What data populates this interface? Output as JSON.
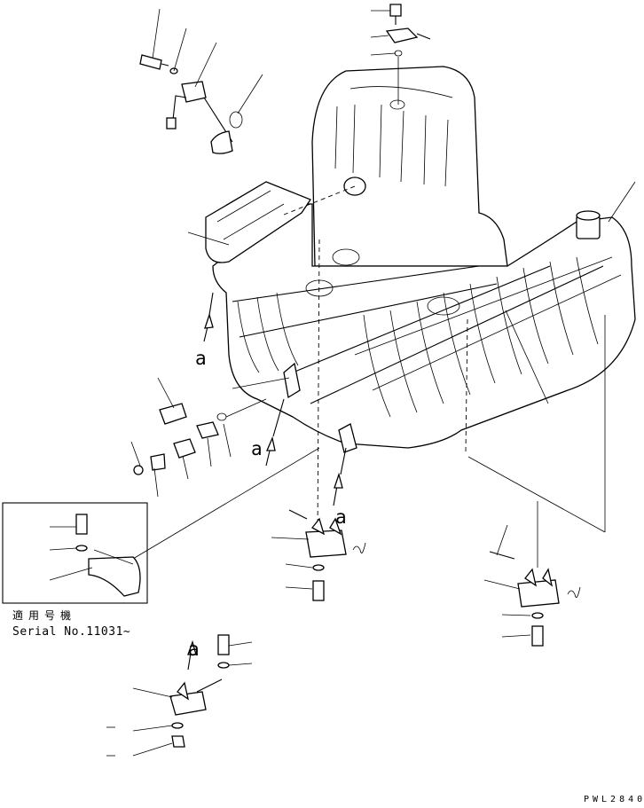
{
  "diagram": {
    "callout_letter": "a",
    "inset": {
      "applicable_label": "適用号機",
      "serial_label": "Serial No.11031~"
    },
    "drawing_number": "PWL2840"
  }
}
